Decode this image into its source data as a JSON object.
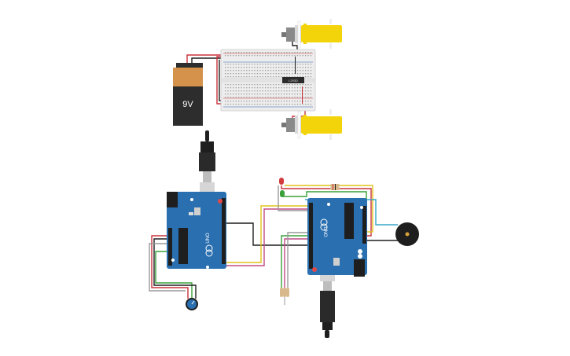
{
  "battery": {
    "label": "9V"
  },
  "arduino_left": {
    "model": "UNO"
  },
  "arduino_right": {
    "model": "UNO"
  },
  "chip": {
    "label": "L293D"
  },
  "colors": {
    "background": "#ffffff",
    "arduino_board": "#2a6fb0",
    "motor": "#f3d40a",
    "battery_top": "#d4924a",
    "battery_body": "#2d2d2d",
    "wire_red": "#c8323c",
    "wire_black": "#1e1e1e",
    "wire_green": "#3aa03a",
    "wire_yellow": "#e0c21a",
    "wire_pink": "#c04a86",
    "wire_cyan": "#3aa5c8",
    "wire_gray": "#9a9a9a"
  }
}
